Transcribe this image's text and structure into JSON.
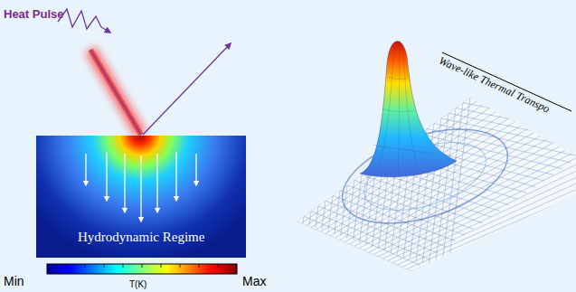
{
  "diagram": {
    "nodes": [
      {
        "text": [
          "Hydrodynamic Regime"
        ]
      }
    ],
    "labels": [
      "Heat Pulse",
      "Min",
      "T(K)",
      "Max",
      "Wave-like Thermal Transpo"
    ]
  }
}
